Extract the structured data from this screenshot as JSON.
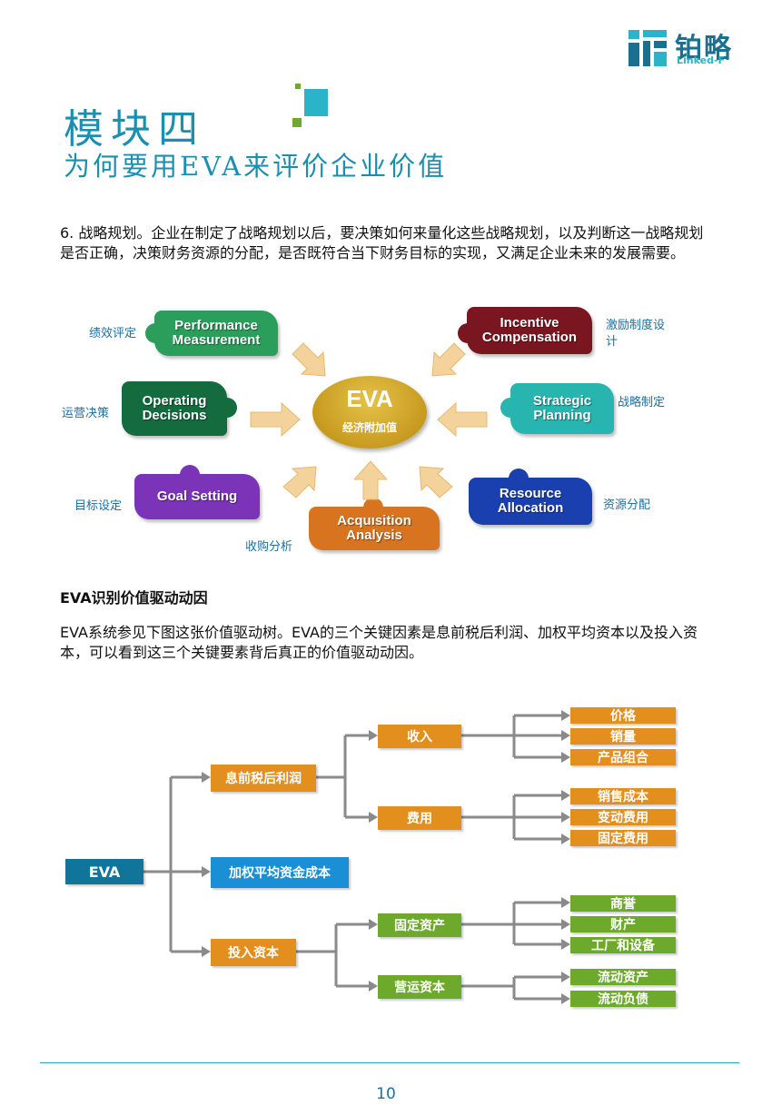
{
  "logo": {
    "name_cn": "铂略",
    "name_en": "Linked-F"
  },
  "module": {
    "title": "模块四",
    "subtitle": "为何要用EVA来评价企业价值"
  },
  "paragraph1": "6. 战略规划。企业在制定了战略规划以后，要决策如何来量化这些战略规划，以及判断这一战略规划是否正确，决策财务资源的分配，是否既符合当下财务目标的实现，又满足企业未来的发展需要。",
  "eva_diagram": {
    "center_title": "EVA",
    "center_sub": "经济附加值",
    "pieces": [
      {
        "en": "Performance Measurement",
        "cn": "绩效评定",
        "color": "#2a9e5a"
      },
      {
        "en": "Incentive Compensation",
        "cn": "激励制度设计",
        "color": "#7a1620"
      },
      {
        "en": "Operating Decisions",
        "cn": "运营决策",
        "color": "#136b3e"
      },
      {
        "en": "Strategic Planning",
        "cn": "战略制定",
        "color": "#28b5b0"
      },
      {
        "en": "Goal Setting",
        "cn": "目标设定",
        "color": "#7b34b8"
      },
      {
        "en": "Resource Allocation",
        "cn": "资源分配",
        "color": "#1a3fae"
      },
      {
        "en": "Acquisition Analysis",
        "cn": "收购分析",
        "color": "#d8741f"
      }
    ]
  },
  "section_heading": "EVA识别价值驱动动因",
  "paragraph2": "EVA系统参见下图这张价值驱动树。EVA的三个关键因素是息前税后利润、加权平均资本以及投入资本，可以看到这三个关键要素背后真正的价值驱动动因。",
  "tree": {
    "root": "EVA",
    "level1": [
      "息前税后利润",
      "加权平均资金成本",
      "投入资本"
    ],
    "level2": [
      "收入",
      "费用",
      "固定资产",
      "营运资本"
    ],
    "leaves": {
      "revenue": [
        "价格",
        "销量",
        "产品组合"
      ],
      "cost": [
        "销售成本",
        "变动费用",
        "固定费用"
      ],
      "fixed_assets": [
        "商誉",
        "财产",
        "工厂和设备"
      ],
      "working_capital": [
        "流动资产",
        "流动负债"
      ]
    }
  },
  "page_number": "10"
}
